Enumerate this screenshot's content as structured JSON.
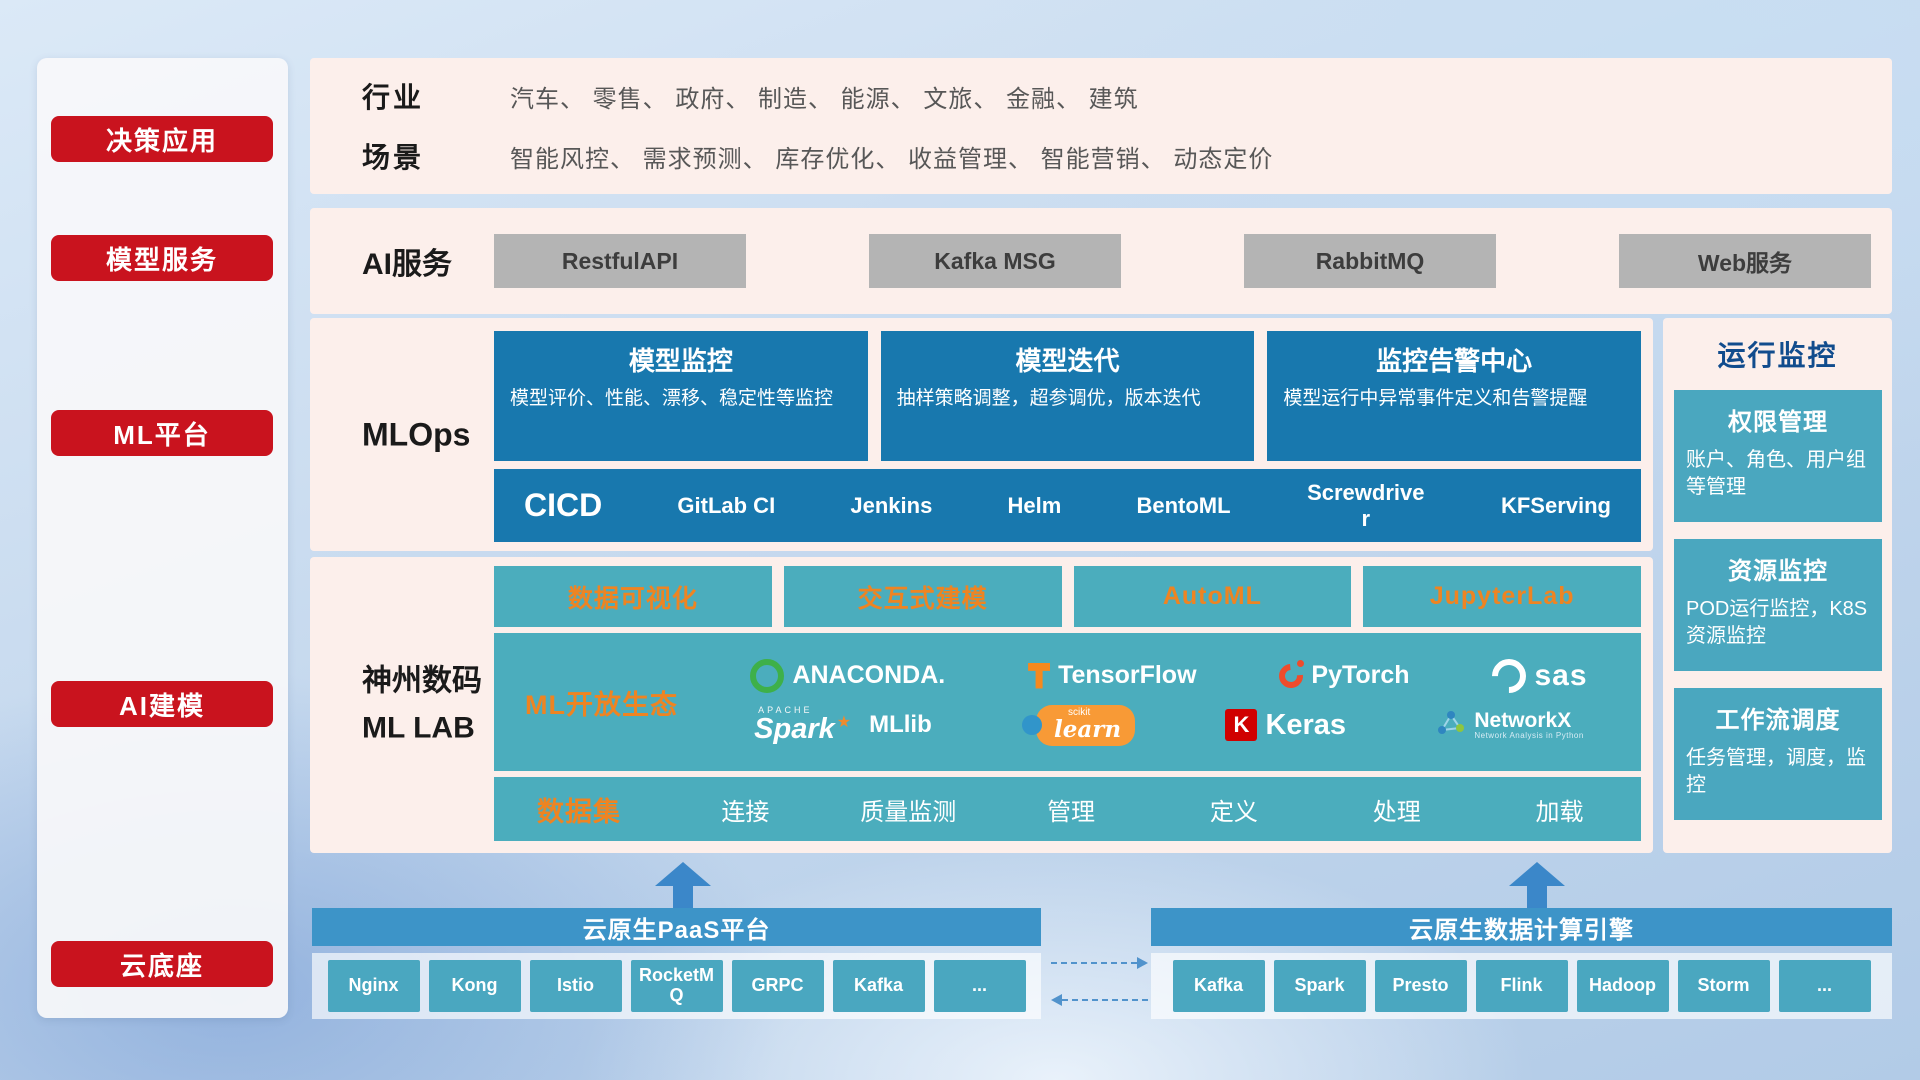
{
  "sidebar": {
    "items": [
      "决策应用",
      "模型服务",
      "ML平台",
      "AI建模",
      "云底座"
    ]
  },
  "app_row": {
    "industry_label": "行业",
    "industry_items": "汽车、 零售、 政府、 制造、 能源、 文旅、 金融、 建筑",
    "scene_label": "场景",
    "scene_items": "智能风控、 需求预测、 库存优化、 收益管理、 智能营销、 动态定价"
  },
  "service_row": {
    "label": "AI服务",
    "buttons": [
      "RestfulAPI",
      "Kafka MSG",
      "RabbitMQ",
      "Web服务"
    ]
  },
  "mlops": {
    "label": "MLOps",
    "cards": [
      {
        "title": "模型监控",
        "body": "模型评价、性能、漂移、稳定性等监控"
      },
      {
        "title": "模型迭代",
        "body": "抽样策略调整，超参调优，版本迭代"
      },
      {
        "title": "监控告警中心",
        "body": "模型运行中异常事件定义和告警提醒"
      }
    ],
    "cicd_label": "CICD",
    "cicd_items": [
      "GitLab CI",
      "Jenkins",
      "Helm",
      "BentoML",
      "Screwdriver",
      "KFServing"
    ]
  },
  "mllab": {
    "label_line1": "神州数码",
    "label_line2": "ML LAB",
    "features": [
      "数据可视化",
      "交互式建模",
      "AutoML",
      "JupyterLab"
    ],
    "ecosystem_label": "ML开放生态",
    "logos": {
      "anaconda": "ANACONDA.",
      "tensorflow": "TensorFlow",
      "pytorch": "PyTorch",
      "sas": "sas",
      "spark_apache": "APACHE",
      "spark": "Spark",
      "spark_star": "★",
      "mllib": "MLlib",
      "scikit_small": "scikit",
      "scikit_learn": "learn",
      "keras_mark": "K",
      "keras": "Keras",
      "networkx": "NetworkX",
      "networkx_sub": "Network Analysis in Python"
    },
    "dataset_label": "数据集",
    "dataset_items": [
      "连接",
      "质量监测",
      "管理",
      "定义",
      "处理",
      "加载"
    ]
  },
  "monitor": {
    "title": "运行监控",
    "cards": [
      {
        "title": "权限管理",
        "body": "账户、角色、用户组等管理"
      },
      {
        "title": "资源监控",
        "body": "POD运行监控，K8S资源监控"
      },
      {
        "title": "工作流调度",
        "body": "任务管理，调度，监控"
      }
    ]
  },
  "cloud": {
    "paas_title": "云原生PaaS平台",
    "paas_items": [
      "Nginx",
      "Kong",
      "Istio",
      "RocketMQ",
      "GRPC",
      "Kafka",
      "..."
    ],
    "engine_title": "云原生数据计算引擎",
    "engine_items": [
      "Kafka",
      "Spark",
      "Presto",
      "Flink",
      "Hadoop",
      "Storm",
      "..."
    ]
  },
  "colors": {
    "red": "#c9131e",
    "deep_blue": "#1878ae",
    "teal": "#4badbd",
    "teal_card": "#4aa7bf",
    "header_blue": "#3d94c8",
    "panel_pink": "#fcefeb",
    "orange": "#ee8422",
    "gray_button": "#b4b4b4"
  }
}
